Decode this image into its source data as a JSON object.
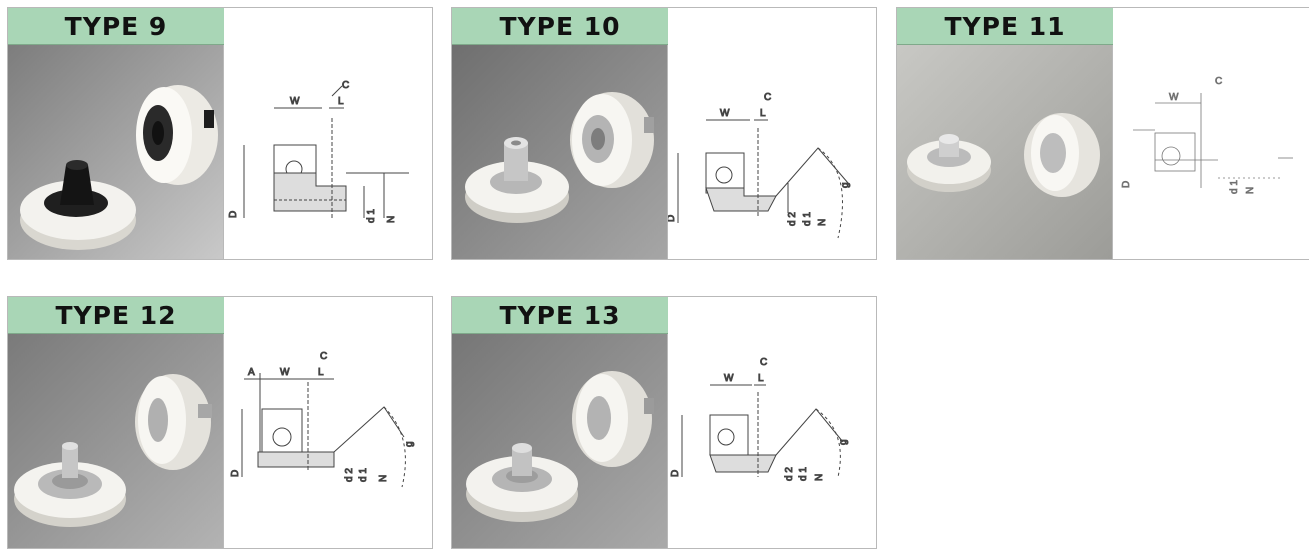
{
  "cards": [
    {
      "title": "TYPE 9",
      "dims": [
        "W",
        "C",
        "L",
        "D",
        "d 1",
        "N"
      ]
    },
    {
      "title": "TYPE 10",
      "dims": [
        "W",
        "C",
        "L",
        "D",
        "d 2",
        "d 1",
        "N",
        "g"
      ]
    },
    {
      "title": "TYPE 11",
      "dims": [
        "W",
        "C",
        "D",
        "d 1",
        "N"
      ]
    },
    {
      "title": "TYPE 12",
      "dims": [
        "A",
        "W",
        "C",
        "L",
        "D",
        "d 2",
        "d 1",
        "N",
        "g"
      ]
    },
    {
      "title": "TYPE 13",
      "dims": [
        "W",
        "C",
        "L",
        "D",
        "d 2",
        "d 1",
        "N",
        "g"
      ]
    }
  ],
  "colors": {
    "label_bg": "#a9d6b6",
    "roller": "#f1f0ec",
    "photo_bg": "#8c8c8c"
  }
}
